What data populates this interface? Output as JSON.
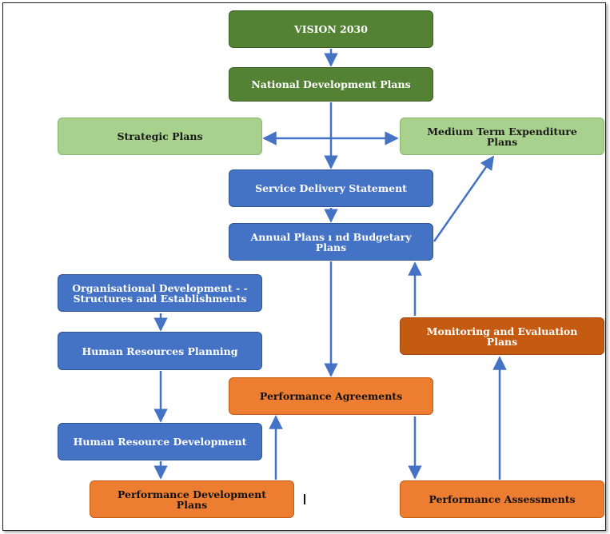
{
  "nodes": {
    "vision": "VISION 2030",
    "national": "National Development Plans",
    "strategic": "Strategic Plans",
    "mtef": "Medium Term Expenditure\nPlans",
    "service": "Service Delivery Statement",
    "annual": "Annual Plans ı nd Budgetary\nPlans",
    "orgdev": "Organisational Development - -\nStructures and Establishments",
    "hrplan": "Human Resources Planning",
    "me": "Monitoring and Evaluation\nPlans",
    "perfagree": "Performance Agreements",
    "hrdev": "Human Resource Development",
    "perfdev": "Performance Development\nPlans",
    "perfassess": "Performance Assessments"
  },
  "colors": {
    "dark_green": "#548235",
    "light_green": "#a9d18e",
    "blue": "#4472c4",
    "orange": "#ed7d31",
    "dark_orange": "#c55a11",
    "arrow": "#4472c4"
  }
}
